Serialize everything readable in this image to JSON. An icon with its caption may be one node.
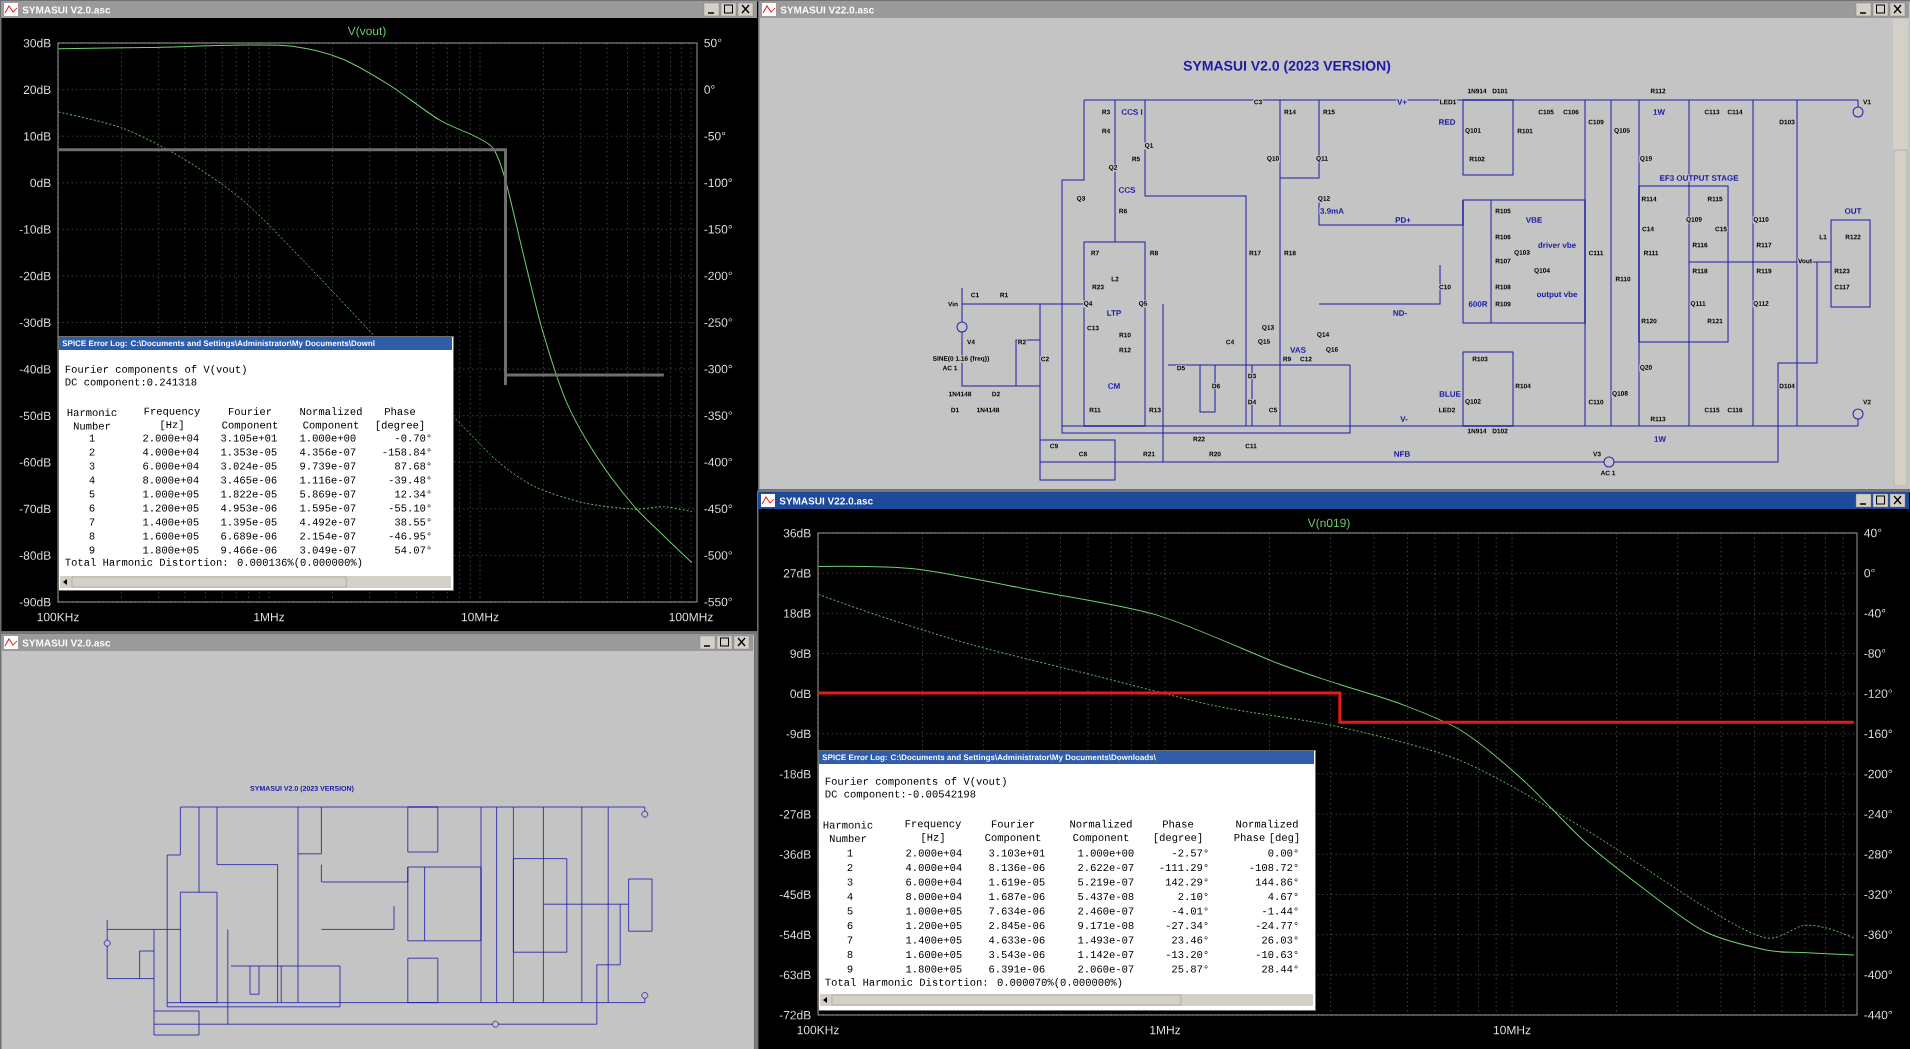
{
  "diagram": {
    "nodes": [
      {
        "text": [
          "SYMASUI V2.0.asc"
        ]
      },
      {
        "text": [
          "SPICE Error Log: C:\\Documents and Settings\\Administrator\\My Documents\\Downl"
        ],
        "in": 0
      },
      {
        "text": [
          "SYMASUI V22.0.asc"
        ]
      },
      {
        "text": [
          "SYMASUI V2.0.asc"
        ]
      },
      {
        "text": [
          "SYMASUI V22.0.asc"
        ]
      },
      {
        "text": [
          "SPICE Error Log: C:\\Documents and Settings\\Administrator\\My Documents\\Downloads\\"
        ],
        "in": 4
      }
    ],
    "labels": [
      "V(vout)",
      "30dB",
      "20dB",
      "10dB",
      "0dB",
      "-10dB",
      "-20dB",
      "-30dB",
      "-40dB",
      "-50dB",
      "-60dB",
      "-70dB",
      "-80dB",
      "-90dB",
      "50°",
      "0°",
      "-50°",
      "-100°",
      "-150°",
      "-200°",
      "-250°",
      "-300°",
      "-350°",
      "-400°",
      "-450°",
      "-500°",
      "-550°",
      "100KHz",
      "1MHz",
      "10MHz",
      "100MHz",
      "Fourier components of V(vout)",
      "DC component:0.241318",
      "Harmonic Number",
      "Frequency [Hz]",
      "Fourier Component",
      "Normalized Component",
      "Phase [degree]",
      "1",
      "2.000e+04",
      "3.105e+01",
      "1.000e+00",
      "-0.70°",
      "2",
      "4.000e+04",
      "1.353e-05",
      "4.356e-07",
      "-158.84°",
      "3",
      "6.000e+04",
      "3.024e-05",
      "9.739e-07",
      "87.68°",
      "4",
      "8.000e+04",
      "3.465e-06",
      "1.116e-07",
      "-39.48°",
      "5",
      "1.000e+05",
      "1.822e-05",
      "5.869e-07",
      "12.34°",
      "6",
      "1.200e+05",
      "4.953e-06",
      "1.595e-07",
      "-55.10°",
      "7",
      "1.400e+05",
      "1.395e-05",
      "4.492e-07",
      "38.55°",
      "8",
      "1.600e+05",
      "6.689e-06",
      "2.154e-07",
      "-46.95°",
      "9",
      "1.800e+05",
      "9.466e-06",
      "3.049e-07",
      "54.07°",
      "Total Harmonic Distortion: 0.000136%(0.000000%)",
      "SYMASUI V2.0 (2023 VERSION)",
      "1N914",
      "D101",
      "R112",
      "C3",
      "V+",
      "LED1",
      "V1",
      "R3",
      "CCS I",
      "R14",
      "R15",
      "C105",
      "C106",
      "1W",
      "C113",
      "C114",
      "RED",
      "C109",
      "D103",
      "R4",
      "Q101",
      "R101",
      "Q105",
      "Q1",
      "R5",
      "Q10",
      "Q11",
      "R102",
      "Q19",
      "Q2",
      "EF3 OUTPUT STAGE",
      "CCS",
      "Q3",
      "Q12",
      "R114",
      "R115",
      "R6",
      "3.9mA",
      "R105",
      "OUT",
      "PD+",
      "VBE",
      "Q109",
      "Q110",
      "C14",
      "C15",
      "R106",
      "L1",
      "R122",
      "driver vbe",
      "R116",
      "R117",
      "R7",
      "R8",
      "R17",
      "R18",
      "Q103",
      "C111",
      "R111",
      "R107",
      "Vout",
      "Q104",
      "R118",
      "R119",
      "R123",
      "L2",
      "R110",
      "R23",
      "C10",
      "R108",
      "C117",
      "C1",
      "R1",
      "output vbe",
      "Vin",
      "Q4",
      "Q5",
      "600R",
      "R109",
      "Q111",
      "Q112",
      "LTP",
      "ND-",
      "R120",
      "R121",
      "C13",
      "Q13",
      "R10",
      "Q14",
      "V4",
      "R2",
      "C4",
      "Q15",
      "R12",
      "VAS",
      "Q16",
      "SINE(0 1.16 {freq})",
      "C2",
      "R9",
      "C12",
      "R103",
      "AC 1",
      "D5",
      "Q20",
      "D3",
      "CM",
      "D6",
      "R104",
      "D104",
      "1N4148",
      "D2",
      "BLUE",
      "Q108",
      "D4",
      "Q102",
      "C110",
      "V2",
      "D1",
      "1N4148",
      "R11",
      "R13",
      "C5",
      "LED2",
      "C115",
      "C116",
      "V-",
      "R113",
      "1N914",
      "D102",
      "R22",
      "1W",
      "C9",
      "C11",
      "C8",
      "R21",
      "R20",
      "NFB",
      "V3",
      "AC 1",
      "SYMASUI V2.0 (2023 VERSION)",
      "V(n019)",
      "36dB",
      "27dB",
      "18dB",
      "9dB",
      "0dB",
      "-9dB",
      "-18dB",
      "-27dB",
      "-36dB",
      "-45dB",
      "-54dB",
      "-63dB",
      "-72dB",
      "40°",
      "0°",
      "-40°",
      "-80°",
      "-120°",
      "-160°",
      "-200°",
      "-240°",
      "-280°",
      "-320°",
      "-360°",
      "-400°",
      "-440°",
      "100KHz",
      "1MHz",
      "10MHz",
      "Fourier components of V(vout)",
      "DC component:-0.00542198",
      "Harmonic Number",
      "Frequency [Hz]",
      "Fourier Component",
      "Normalized Component",
      "Phase [degree]",
      "Normalized Phase [deg]",
      "1",
      "2.000e+04",
      "3.103e+01",
      "1.000e+00",
      "-2.57°",
      "0.00°",
      "2",
      "4.000e+04",
      "8.136e-06",
      "2.622e-07",
      "-111.29°",
      "-108.72°",
      "3",
      "6.000e+04",
      "1.619e-05",
      "5.219e-07",
      "142.29°",
      "144.86°",
      "4",
      "8.000e+04",
      "1.687e-06",
      "5.437e-08",
      "2.10°",
      "4.67°",
      "5",
      "1.000e+05",
      "7.634e-06",
      "2.460e-07",
      "-4.01°",
      "-1.44°",
      "6",
      "1.200e+05",
      "2.845e-06",
      "9.171e-08",
      "-27.34°",
      "-24.77°",
      "7",
      "1.400e+05",
      "4.633e-06",
      "1.493e-07",
      "23.46°",
      "26.03°",
      "8",
      "1.600e+05",
      "3.543e-06",
      "1.142e-07",
      "-13.20°",
      "-10.63°",
      "9",
      "1.800e+05",
      "6.391e-06",
      "2.060e-07",
      "25.87°",
      "28.44°",
      "Total Harmonic Distortion: 0.000070%(0.000000%)"
    ]
  }
}
